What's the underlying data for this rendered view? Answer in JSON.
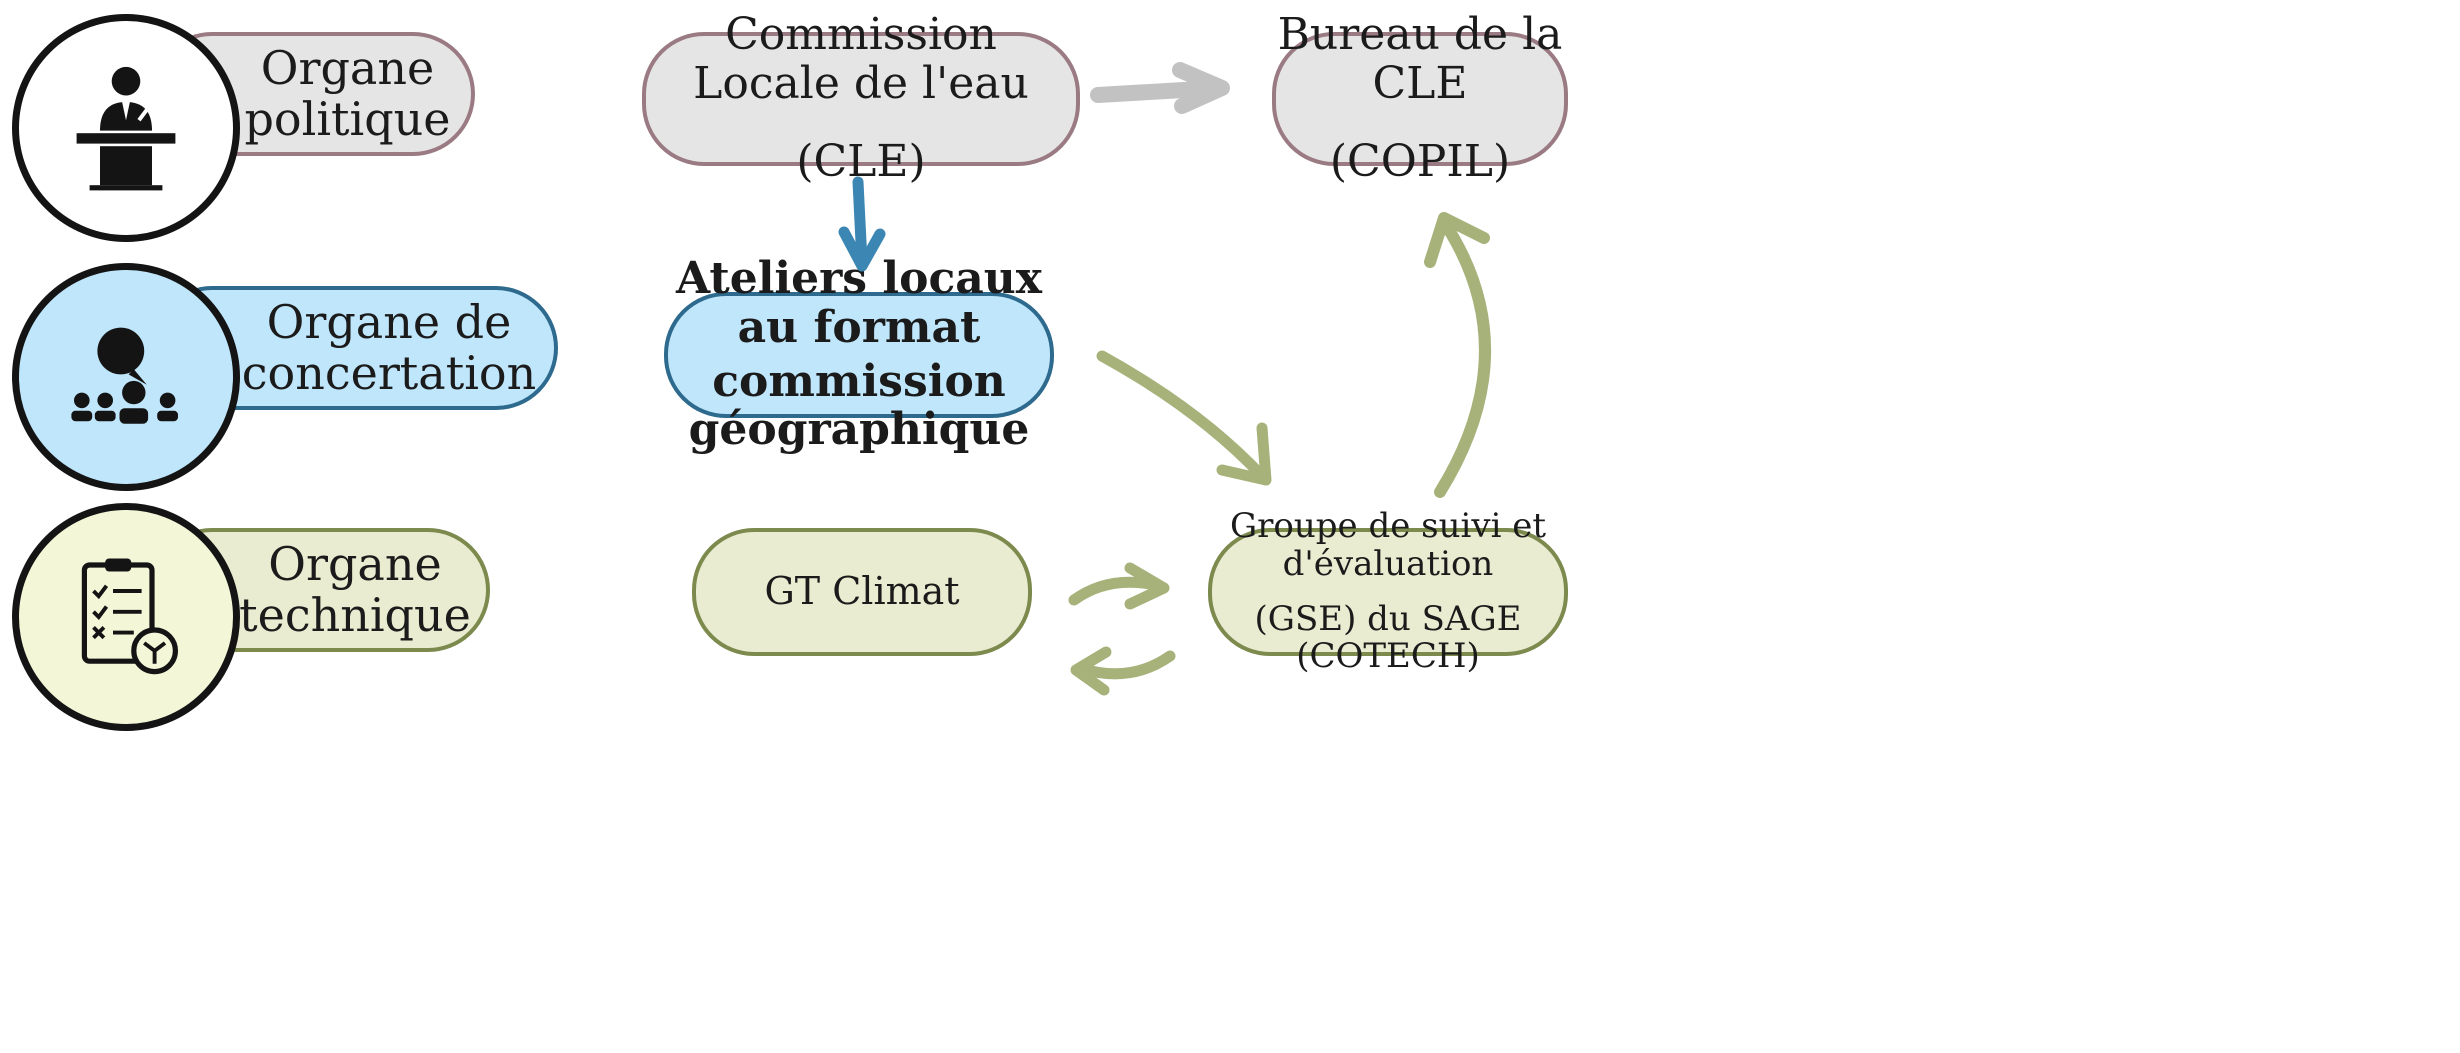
{
  "legend": {
    "politique": "Organe politique",
    "concertation": "Organe de concertation",
    "technique": "Organe technique"
  },
  "nodes": {
    "cle": {
      "line1": "Commission Locale de l'eau",
      "line2": "(CLE)"
    },
    "bureau": {
      "line1": "Bureau de la CLE",
      "line2": "(COPIL)"
    },
    "ateliers": {
      "line1": "Ateliers locaux au format",
      "line2": "commission géographique"
    },
    "gt_climat": {
      "label": "GT Climat"
    },
    "gse": {
      "line1": "Groupe de suivi et d'évaluation",
      "line2": "(GSE) du SAGE (COTECH)"
    }
  },
  "colors": {
    "politique_fill": "#e6e5e5",
    "concertation_fill": "#bfe6fb",
    "technique_fill": "#e9ecd0",
    "arrow_grey": "#c2c2c2",
    "arrow_blue": "#3c86b4",
    "arrow_olive": "#a7b27a"
  },
  "icons": {
    "politique": "speaker-podium-icon",
    "concertation": "group-discussion-icon",
    "technique": "checklist-tools-icon"
  }
}
